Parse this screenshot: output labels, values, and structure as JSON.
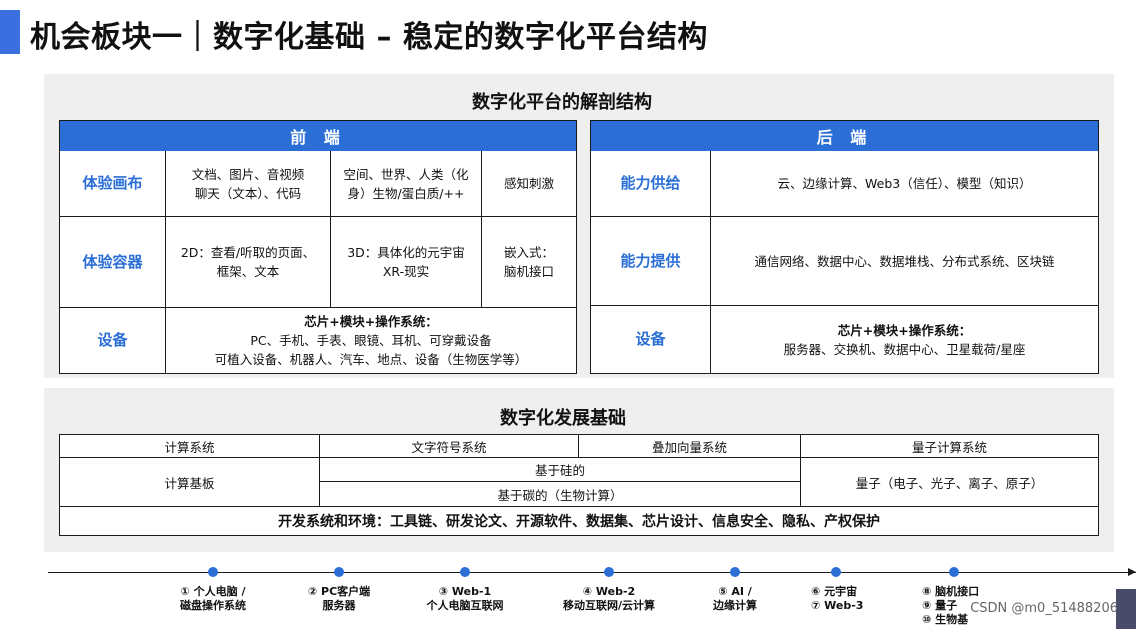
{
  "page": {
    "title": "机会板块一｜数字化基础 – 稳定的数字化平台结构"
  },
  "anatomy": {
    "title": "数字化平台的解剖结构",
    "frontend": {
      "header": "前 端",
      "rows": [
        {
          "label": "体验画布",
          "cells": [
            [
              "文档、图片、音视频",
              "聊天（文本）、代码"
            ],
            [
              "空间、世界、人类（化",
              "身）生物/蛋白质/++"
            ],
            [
              "感知刺激"
            ]
          ]
        },
        {
          "label": "体验容器",
          "cells": [
            [
              "2D：查看/听取的页面、",
              "框架、文本"
            ],
            [
              "3D：具体化的元宇宙",
              "XR-现实"
            ],
            [
              "嵌入式：",
              "脑机接口"
            ]
          ]
        },
        {
          "label": "设备",
          "cells": [
            [
              "芯片+模块+操作系统：",
              "PC、手机、手表、眼镜、耳机、可穿戴设备",
              "可植入设备、机器人、汽车、地点、设备（生物医学等）"
            ]
          ]
        }
      ]
    },
    "backend": {
      "header": "后 端",
      "rows": [
        {
          "label": "能力供给",
          "cells": [
            [
              "云、边缘计算、Web3（信任）、模型（知识）"
            ]
          ]
        },
        {
          "label": "能力提供",
          "cells": [
            [
              "通信网络、数据中心、数据堆栈、分布式系统、区块链"
            ]
          ]
        },
        {
          "label": "设备",
          "cells": [
            [
              "芯片+模块+操作系统：",
              "服务器、交换机、数据中心、卫星载荷/星座"
            ]
          ]
        }
      ]
    }
  },
  "foundation": {
    "title": "数字化发展基础",
    "headers": [
      "计算系统",
      "文字符号系统",
      "叠加向量系统",
      "量子计算系统"
    ],
    "compute_base": "计算基板",
    "silicon": "基于硅的",
    "carbon": "基于碳的（生物计算）",
    "quantum": "量子（电子、光子、离子、原子）",
    "dev_env": "开发系统和环境：工具链、研发论文、开源软件、数据集、芯片设计、信息安全、隐私、产权保护"
  },
  "timeline": {
    "milestones": [
      {
        "lines": [
          "① 个人电脑 /",
          "磁盘操作系统"
        ]
      },
      {
        "lines": [
          "② PC客户端",
          "服务器"
        ]
      },
      {
        "lines": [
          "③ Web-1",
          "个人电脑互联网"
        ]
      },
      {
        "lines": [
          "④ Web-2",
          "移动互联网/云计算"
        ]
      },
      {
        "lines": [
          "⑤ AI /",
          "边缘计算"
        ]
      },
      {
        "lines": [
          "⑥ 元宇宙",
          "⑦ Web-3"
        ]
      },
      {
        "lines": [
          "⑧ 脑机接口",
          "⑨ 量子",
          "⑩ 生物基"
        ]
      }
    ]
  },
  "watermark": "CSDN @m0_51488206",
  "colors": {
    "accent": "#2b6fd6",
    "title_bar": "#3b6fe0",
    "panel": "#efefef"
  }
}
